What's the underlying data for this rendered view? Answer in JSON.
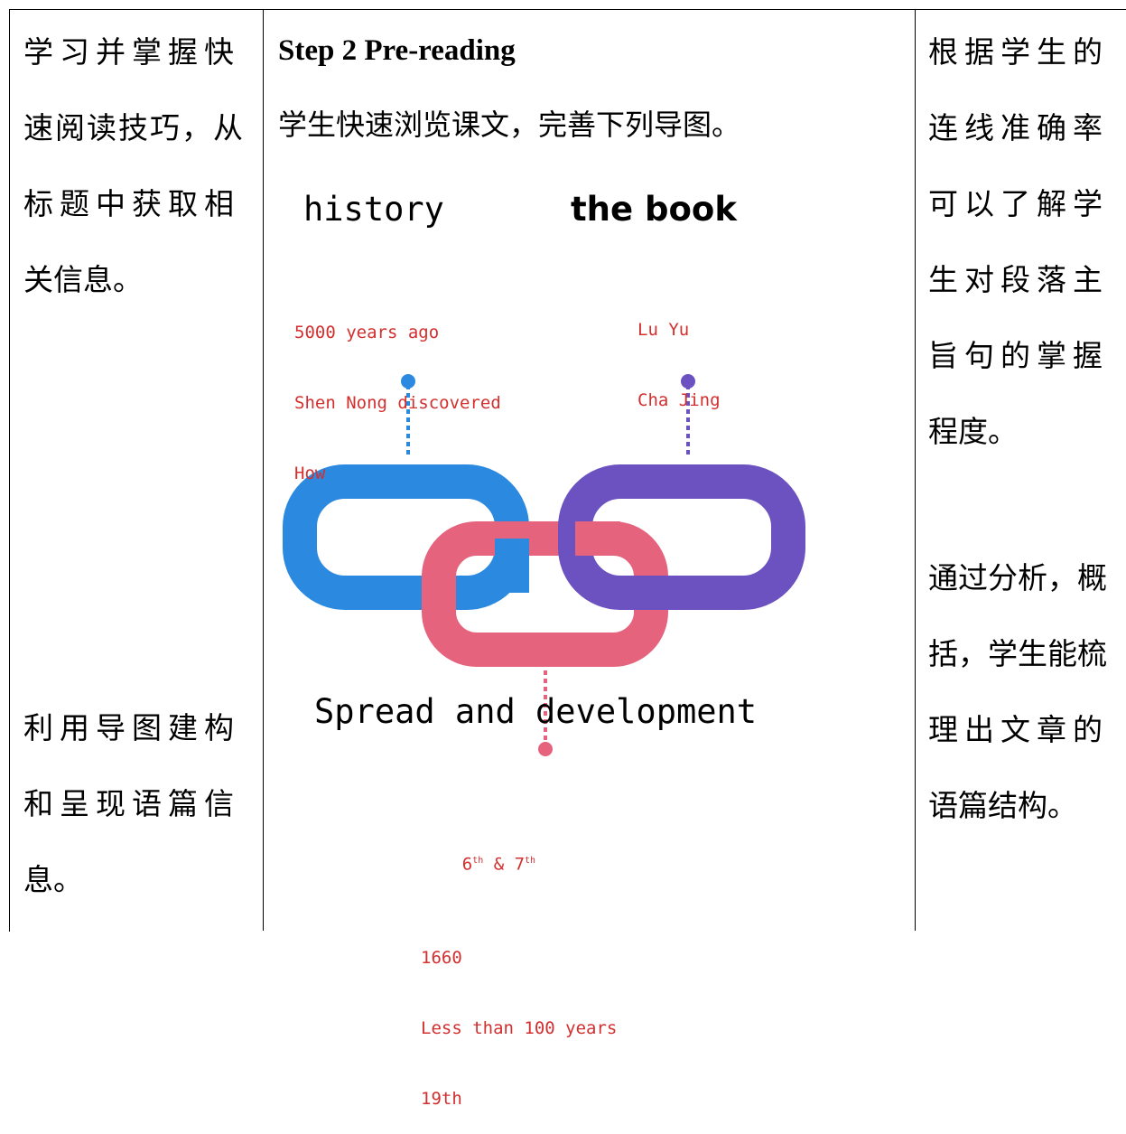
{
  "col1": {
    "top_lines": [
      "学习并掌握快",
      "速阅读技巧，从",
      "标题中获取相",
      "关信息。"
    ],
    "bottom_lines": [
      "利用导图建构",
      "和呈现语篇信",
      "息。"
    ]
  },
  "col2": {
    "step_title": "Step 2 Pre-reading",
    "step_desc": "学生快速浏览课文，完善下列导图。",
    "diagram": {
      "label_history": "history",
      "label_book": "the book",
      "label_spread": "Spread and development",
      "history_notes": [
        "5000 years ago",
        "Shen Nong discovered",
        "How"
      ],
      "book_notes": [
        "Lu Yu",
        "Cha Jing"
      ],
      "spread_notes": {
        "line1_a": "6",
        "line1_a_sup": "th",
        "line1_mid": " & 7",
        "line1_b_sup": "th",
        "line2": "1660",
        "line3": "Less than 100 years",
        "line4": "19th"
      },
      "colors": {
        "blue": "#2b8ae0",
        "purple": "#6b52c0",
        "pink": "#e5637c",
        "note_red": "#d32f2f"
      }
    }
  },
  "col3": {
    "top_lines": [
      "根据学生的",
      "连线准确率",
      "可以了解学",
      "生对段落主",
      "旨句的掌握",
      "程度。"
    ],
    "bottom_lines": [
      "通过分析，概",
      "括，学生能梳",
      "理出文章的",
      "语篇结构。"
    ]
  }
}
